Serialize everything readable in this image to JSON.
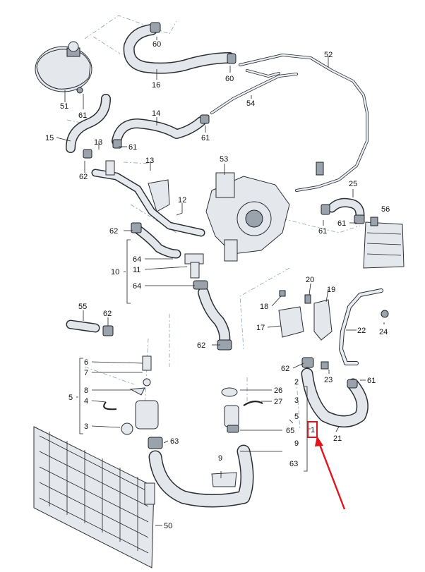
{
  "diagram": {
    "part_numbers": [
      {
        "id": "n60a",
        "text": "60"
      },
      {
        "id": "n52",
        "text": "52"
      },
      {
        "id": "n60b",
        "text": "60"
      },
      {
        "id": "n16",
        "text": "16"
      },
      {
        "id": "n51",
        "text": "51"
      },
      {
        "id": "n61a",
        "text": "61"
      },
      {
        "id": "n54",
        "text": "54"
      },
      {
        "id": "n14",
        "text": "14"
      },
      {
        "id": "n15",
        "text": "15"
      },
      {
        "id": "n13a",
        "text": "13"
      },
      {
        "id": "n61b",
        "text": "61"
      },
      {
        "id": "n61c",
        "text": "61"
      },
      {
        "id": "n62a",
        "text": "62"
      },
      {
        "id": "n13b",
        "text": "13"
      },
      {
        "id": "n53",
        "text": "53"
      },
      {
        "id": "n25",
        "text": "25"
      },
      {
        "id": "n12",
        "text": "12"
      },
      {
        "id": "n56",
        "text": "56"
      },
      {
        "id": "n61d",
        "text": "61"
      },
      {
        "id": "n61e",
        "text": "61"
      },
      {
        "id": "n62b",
        "text": "62"
      },
      {
        "id": "n64a",
        "text": "64"
      },
      {
        "id": "n10",
        "text": "10"
      },
      {
        "id": "n11",
        "text": "11"
      },
      {
        "id": "n64b",
        "text": "64"
      },
      {
        "id": "n20",
        "text": "20"
      },
      {
        "id": "n19",
        "text": "19"
      },
      {
        "id": "n18",
        "text": "18"
      },
      {
        "id": "n55",
        "text": "55"
      },
      {
        "id": "n62c",
        "text": "62"
      },
      {
        "id": "n17",
        "text": "17"
      },
      {
        "id": "n22",
        "text": "22"
      },
      {
        "id": "n24",
        "text": "24"
      },
      {
        "id": "n62d",
        "text": "62"
      },
      {
        "id": "n6",
        "text": "6"
      },
      {
        "id": "n62e",
        "text": "62"
      },
      {
        "id": "n23",
        "text": "23"
      },
      {
        "id": "n61f",
        "text": "61"
      },
      {
        "id": "n7",
        "text": "7"
      },
      {
        "id": "n2a",
        "text": "2"
      },
      {
        "id": "n8",
        "text": "8"
      },
      {
        "id": "n26",
        "text": "26"
      },
      {
        "id": "n5a",
        "text": "5"
      },
      {
        "id": "n4",
        "text": "4"
      },
      {
        "id": "n27",
        "text": "27"
      },
      {
        "id": "n3a",
        "text": "3"
      },
      {
        "id": "n5b",
        "text": "5"
      },
      {
        "id": "n3b",
        "text": "3"
      },
      {
        "id": "n1",
        "text": "1"
      },
      {
        "id": "n65",
        "text": "65"
      },
      {
        "id": "n21",
        "text": "21"
      },
      {
        "id": "n63a",
        "text": "63"
      },
      {
        "id": "n9a",
        "text": "9"
      },
      {
        "id": "n9b",
        "text": "9"
      },
      {
        "id": "n63b",
        "text": "63"
      },
      {
        "id": "n50",
        "text": "50"
      }
    ],
    "highlight": {
      "target": "1",
      "color": "#e0141e"
    },
    "colors": {
      "line": "#222222",
      "dashed": "#8aa0b8",
      "hose": "#d7dde4",
      "highlight": "#e0141e"
    }
  }
}
